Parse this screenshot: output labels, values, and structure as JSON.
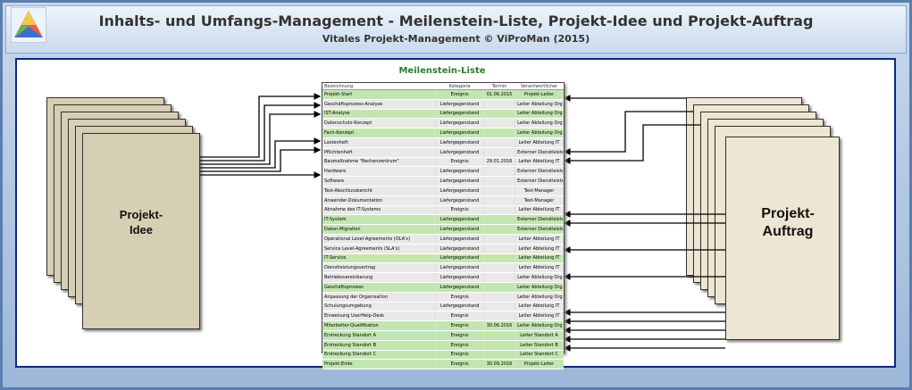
{
  "header": {
    "title": "Inhalts- und Umfangs-Management - Meilenstein-Liste, Projekt-Idee und Projekt-Auftrag",
    "subtitle": "Vitales Projekt-Management  © ViProMan  (2015)"
  },
  "table": {
    "title": "Meilenstein-Liste",
    "headers": [
      "Bezeichnung",
      "Kategorie",
      "Termin",
      "Verantwortlicher"
    ],
    "rows": [
      [
        "Projekt-Start",
        "Ereignis",
        "01.06.2015",
        "Projekt-Leiter",
        "g"
      ],
      [
        "Geschäftsprozess-Analyse",
        "Liefergegenstand",
        "",
        "Leiter Abteilung Org",
        "w"
      ],
      [
        "IST-Analyse",
        "Liefergegenstand",
        "",
        "Leiter Abteilung Org",
        "g"
      ],
      [
        "Datenschutz-Konzept",
        "Liefergegenstand",
        "",
        "Leiter Abteilung Org",
        "w"
      ],
      [
        "Fach-Konzept",
        "Liefergegenstand",
        "",
        "Leiter Abteilung Org",
        "g"
      ],
      [
        "Lastenheft",
        "Liefergegenstand",
        "",
        "Leiter Abteilung IT",
        "w"
      ],
      [
        "Pflichtenheft",
        "Liefergegenstand",
        "",
        "Externer Dienstleister",
        "w"
      ],
      [
        "Baumaßnahme \"Rechenzentrum\"",
        "Ereignis",
        "29.01.2016",
        "Leiter Abteilung IT",
        "w"
      ],
      [
        "Hardware",
        "Liefergegenstand",
        "",
        "Externer Dienstleister",
        "w"
      ],
      [
        "Software",
        "Liefergegenstand",
        "",
        "Externer Dienstleister",
        "w"
      ],
      [
        "Test-Abschlussbericht",
        "Liefergegenstand",
        "",
        "Test-Manager",
        "w"
      ],
      [
        "Anwender-Dokumentation",
        "Liefergegenstand",
        "",
        "Test-Manager",
        "w"
      ],
      [
        "Abnahme des IT-Systems",
        "Ereignis",
        "",
        "Leiter Abteilung IT",
        "w"
      ],
      [
        "IT-System",
        "Liefergegenstand",
        "",
        "Externer Dienstleister",
        "g"
      ],
      [
        "Daten-Migration",
        "Liefergegenstand",
        "",
        "Externer Dienstleister",
        "g"
      ],
      [
        "Operational Level-Agreements (OLA's)",
        "Liefergegenstand",
        "",
        "Leiter Abteilung IT",
        "w"
      ],
      [
        "Service Level-Agreements (SLA's)",
        "Liefergegenstand",
        "",
        "Leiter Abteilung IT",
        "w"
      ],
      [
        "IT-Service",
        "Liefergegenstand",
        "",
        "Leiter Abteilung IT",
        "g"
      ],
      [
        "Dienstleistungsvertrag",
        "Liefergegenstand",
        "",
        "Leiter Abteilung IT",
        "w"
      ],
      [
        "Betriebsvereinbarung",
        "Liefergegenstand",
        "",
        "Leiter Abteilung Org",
        "w"
      ],
      [
        "Geschäftsprozess",
        "Liefergegenstand",
        "",
        "Leiter Abteilung Org",
        "g"
      ],
      [
        "Anpassung der Organisation",
        "Ereignis",
        "",
        "Leiter Abteilung Org",
        "w"
      ],
      [
        "Schulungsumgebung",
        "Liefergegenstand",
        "",
        "Leiter Abteilung IT",
        "w"
      ],
      [
        "Einweisung UserHelp-Desk",
        "Ereignis",
        "",
        "Leiter Abteilung IT",
        "w"
      ],
      [
        "Mitarbeiter-Qualifikation",
        "Ereignis",
        "30.06.2016",
        "Leiter Abteilung Org",
        "g"
      ],
      [
        "Erstreckung Standort A",
        "Ereignis",
        "",
        "Leiter Standort A",
        "g"
      ],
      [
        "Erstreckung Standort B",
        "Ereignis",
        "",
        "Leiter Standort B",
        "g"
      ],
      [
        "Erstreckung Standort C",
        "Ereignis",
        "",
        "Leiter Standort C",
        "g"
      ],
      [
        "Projekt-Ende",
        "Ereignis",
        "30.09.2016",
        "Projekt-Leiter",
        "g"
      ]
    ]
  },
  "left_doc": {
    "label_line1": "Projekt-",
    "label_line2": "Idee"
  },
  "right_doc": {
    "label_line1": "Projekt-",
    "label_line2": "Auftrag"
  },
  "colors": {
    "highlight_row": "#c3e6b0",
    "plain_row": "#e9e9e9",
    "title_green": "#2e7d32"
  }
}
